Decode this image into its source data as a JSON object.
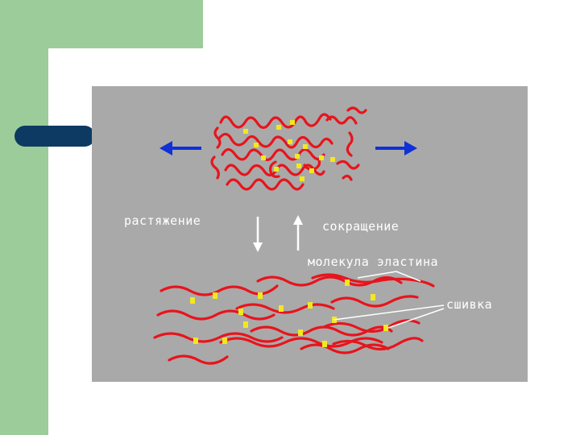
{
  "diagram": {
    "label_stretch": "растяжение",
    "label_contract": "сокращение",
    "label_molecule": "молекула эластина",
    "label_crosslink": "сшивка"
  },
  "colors": {
    "background": "#ffffff",
    "accent_green": "#9ccc9a",
    "accent_navy": "#0d3a62",
    "panel_gray": "#a9a9a9",
    "fiber_red": "#e8141c",
    "crosslink_yellow": "#f2e81e",
    "arrow_blue": "#1030d8",
    "text_white": "#ffffff"
  }
}
